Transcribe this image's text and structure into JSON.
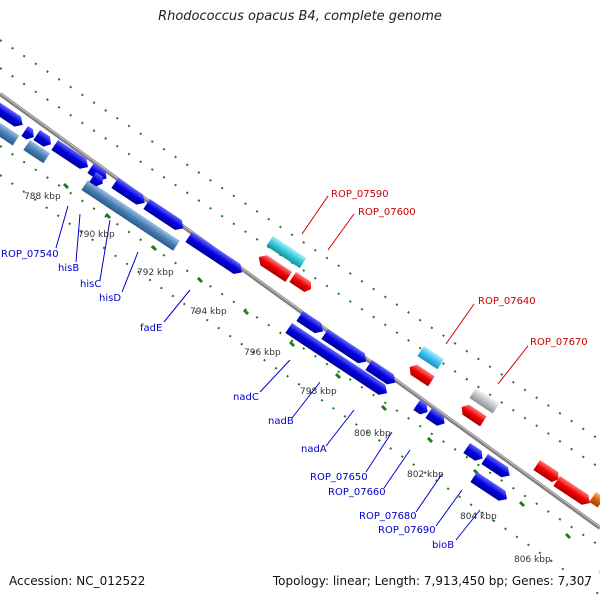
{
  "header": {
    "title": "Rhodococcus opacus B4, complete genome"
  },
  "footer": {
    "accession": "Accession: NC_012522",
    "info": "Topology: linear; Length: 7,913,450 bp; Genes: 7,307"
  },
  "ticks": [
    "788 kbp",
    "790 kbp",
    "792 kbp",
    "794 kbp",
    "796 kbp",
    "798 kbp",
    "800 kbp",
    "802 kbp",
    "804 kbp",
    "806 kbp"
  ],
  "gene_labels": {
    "bottom": [
      "ROP_07540",
      "hisB",
      "hisC",
      "hisD",
      "fadE",
      "nadC",
      "nadB",
      "nadA",
      "ROP_07650",
      "ROP_07660",
      "ROP_07680",
      "ROP_07690",
      "bioB"
    ],
    "top": [
      "ROP_07590",
      "ROP_07600",
      "ROP_07640",
      "ROP_07670"
    ]
  },
  "colors": {
    "backbone": "#808080",
    "gene_blue": "#0000dd",
    "gene_steel": "#4a7fb5",
    "gene_red": "#ee0000",
    "gene_cyan": "#33c8d8",
    "gene_gray": "#c0c0c0",
    "gene_orange": "#e06000",
    "label_blue": "#0000cc",
    "label_red": "#cc0000",
    "dots_green": "#1e7a1e"
  }
}
